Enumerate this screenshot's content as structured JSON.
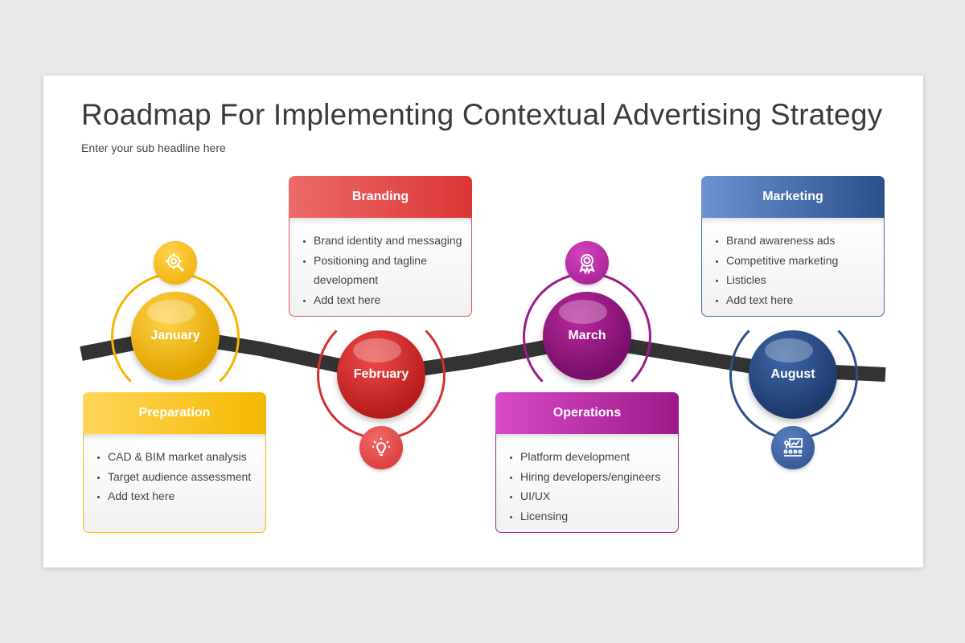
{
  "title": "Roadmap For Implementing Contextual Advertising Strategy",
  "subtitle": "Enter your sub headline here",
  "months": [
    "January",
    "February",
    "March",
    "August"
  ],
  "icons": [
    "search-gear-icon",
    "lightbulb-icon",
    "award-badge-icon",
    "presentation-icon"
  ],
  "colors": {
    "yellow": "#f4b400",
    "red": "#d63131",
    "purple": "#9c1a8a",
    "blue": "#2c4f8c",
    "road": "#333333"
  },
  "cards": {
    "preparation": {
      "title": "Preparation",
      "items": [
        "CAD & BIM market analysis",
        "Target audience assessment",
        "Add text here"
      ]
    },
    "branding": {
      "title": "Branding",
      "items": [
        "Brand identity and messaging",
        "Positioning and tagline development",
        "Add text here"
      ]
    },
    "operations": {
      "title": "Operations",
      "items": [
        "Platform development",
        "Hiring developers/engineers",
        "UI/UX",
        "Licensing"
      ]
    },
    "marketing": {
      "title": "Marketing",
      "items": [
        "Brand awareness ads",
        "Competitive marketing",
        "Listicles",
        "Add text here"
      ]
    }
  }
}
